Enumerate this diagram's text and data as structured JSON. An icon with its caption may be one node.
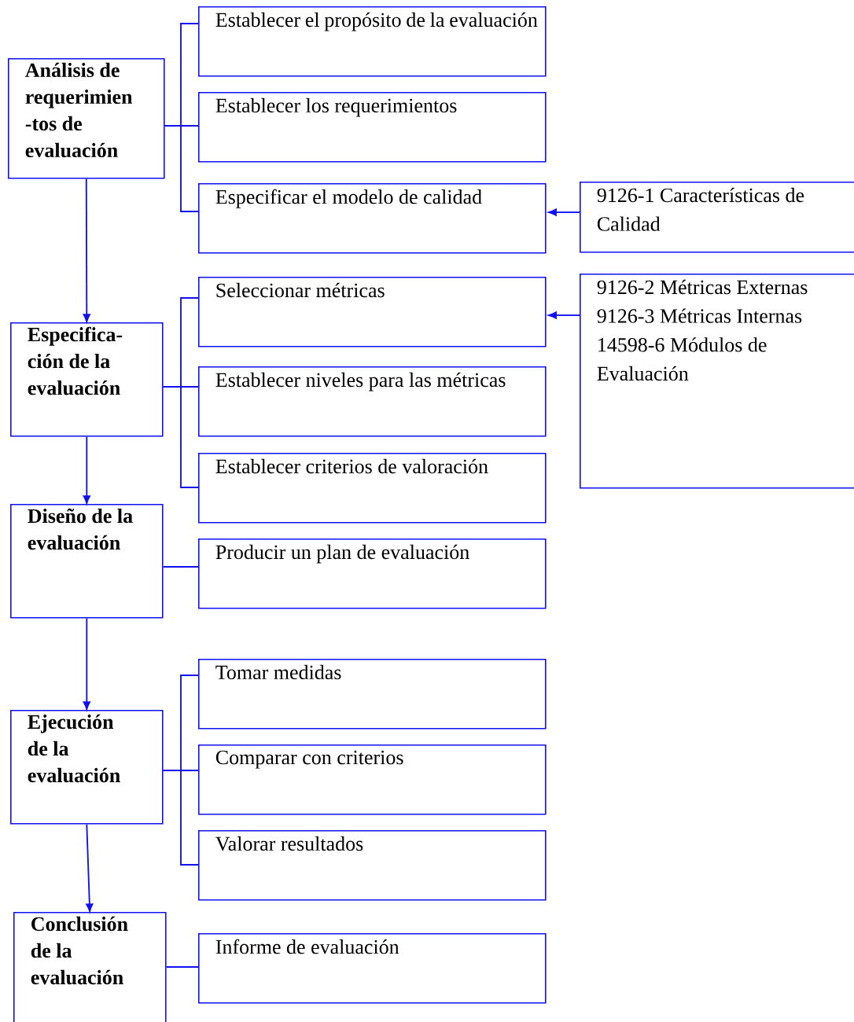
{
  "diagram": {
    "nodes": [
      {
        "text": [
          "Análisis de requerimien -tos de evaluación"
        ]
      },
      {
        "text": [
          "Especifica- ción de la evaluación"
        ]
      },
      {
        "text": [
          "Diseño de la evaluación"
        ]
      },
      {
        "text": [
          "Ejecución de la evaluación"
        ]
      },
      {
        "text": [
          "Conclusión de la evaluación"
        ]
      },
      {
        "text": [
          "Establecer el propósito de la evaluación"
        ]
      },
      {
        "text": [
          "Establecer los requerimientos"
        ]
      },
      {
        "text": [
          "Especificar el modelo de calidad"
        ]
      },
      {
        "text": [
          "Seleccionar métricas"
        ]
      },
      {
        "text": [
          "Establecer niveles para las métricas"
        ]
      },
      {
        "text": [
          "Establecer criterios de valoración"
        ]
      },
      {
        "text": [
          "Producir un plan de evaluación"
        ]
      },
      {
        "text": [
          "Tomar medidas"
        ]
      },
      {
        "text": [
          "Comparar con criterios"
        ]
      },
      {
        "text": [
          "Valorar resultados"
        ]
      },
      {
        "text": [
          "Informe de evaluación"
        ]
      },
      {
        "text": [
          "9126-1 Características de Calidad"
        ]
      },
      {
        "text": [
          "9126-2 Métricas Externas",
          "9126-3 Métricas Internas",
          "14598-6 Módulos de Evaluación"
        ]
      }
    ],
    "edges": [
      {
        "from": 0,
        "to": 1,
        "arrow": "to"
      },
      {
        "from": 1,
        "to": 2,
        "arrow": "to"
      },
      {
        "from": 2,
        "to": 3,
        "arrow": "to"
      },
      {
        "from": 3,
        "to": 4,
        "arrow": "to"
      },
      {
        "from": 0,
        "to": 5,
        "arrow": "none"
      },
      {
        "from": 0,
        "to": 6,
        "arrow": "none"
      },
      {
        "from": 0,
        "to": 7,
        "arrow": "none"
      },
      {
        "from": 1,
        "to": 8,
        "arrow": "none"
      },
      {
        "from": 1,
        "to": 9,
        "arrow": "none"
      },
      {
        "from": 1,
        "to": 10,
        "arrow": "none"
      },
      {
        "from": 2,
        "to": 11,
        "arrow": "none"
      },
      {
        "from": 3,
        "to": 12,
        "arrow": "none"
      },
      {
        "from": 3,
        "to": 13,
        "arrow": "none"
      },
      {
        "from": 3,
        "to": 14,
        "arrow": "none"
      },
      {
        "from": 4,
        "to": 15,
        "arrow": "none"
      },
      {
        "from": 16,
        "to": 7,
        "arrow": "to"
      },
      {
        "from": 17,
        "to": 8,
        "arrow": "to"
      }
    ]
  }
}
